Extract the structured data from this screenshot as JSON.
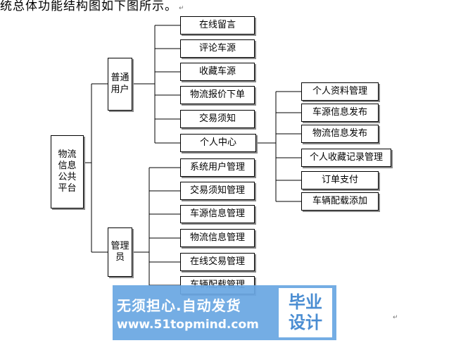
{
  "caption": "统总体功能结构图如下图所示。",
  "root": "物流\n信息\n公共\n平台",
  "branches": [
    {
      "label": "普通\n用户",
      "items": [
        "在线留言",
        "评论车源",
        "收藏车源",
        "物流报价下单",
        "交易须知",
        "个人中心"
      ]
    },
    {
      "label": "管理\n员",
      "items": [
        "系统用户管理",
        "交易须知管理",
        "车源信息管理",
        "物流信息管理",
        "在线交易管理",
        "车辆配载管理"
      ]
    }
  ],
  "personal_center_items": [
    "个人资料管理",
    "车源信息发布",
    "物流信息发布",
    "个人收藏记录管理",
    "订单支付",
    "车辆配载添加"
  ],
  "watermark": {
    "slogan": "无须担心.自动发货",
    "url": "www.51topmind.com",
    "badge_line1": "毕业",
    "badge_line2": "设计"
  },
  "colors": {
    "watermark_bg": "#6aa7e3",
    "watermark_badge_text": "#3d85cf"
  }
}
